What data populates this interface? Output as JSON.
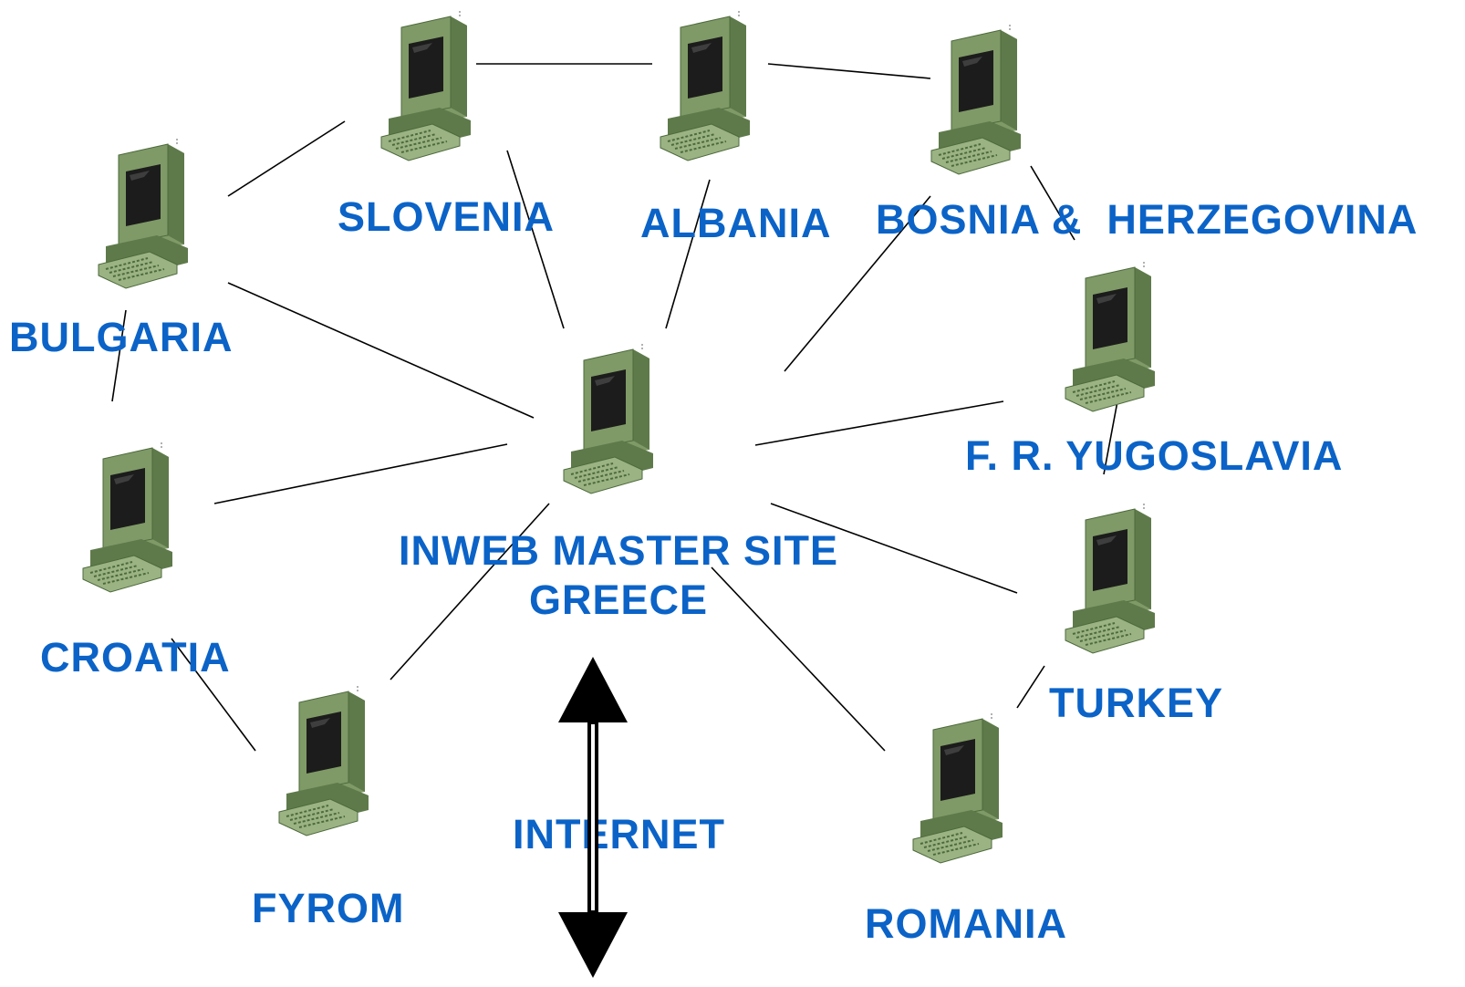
{
  "nodes": {
    "slovenia": "SLOVENIA",
    "albania": "ALBANIA",
    "bosnia": "BOSNIA &  HERZEGOVINA",
    "bulgaria": "BULGARIA",
    "yugoslavia": "F. R. YUGOSLAVIA",
    "croatia": "CROATIA",
    "turkey": "TURKEY",
    "fyrom": "FYROM",
    "romania": "ROMANIA",
    "master_line1": "INWEB MASTER SITE",
    "master_line2": "GREECE"
  },
  "internet_label": "INTERNET",
  "icons": {
    "computer": "computer-icon",
    "arrow": "double-arrow-icon"
  },
  "colors": {
    "label": "#0b63c7",
    "computer_body": "#7f9a66",
    "computer_shade": "#5e7a4a",
    "screen": "#1c1c1c",
    "line": "#000000"
  }
}
